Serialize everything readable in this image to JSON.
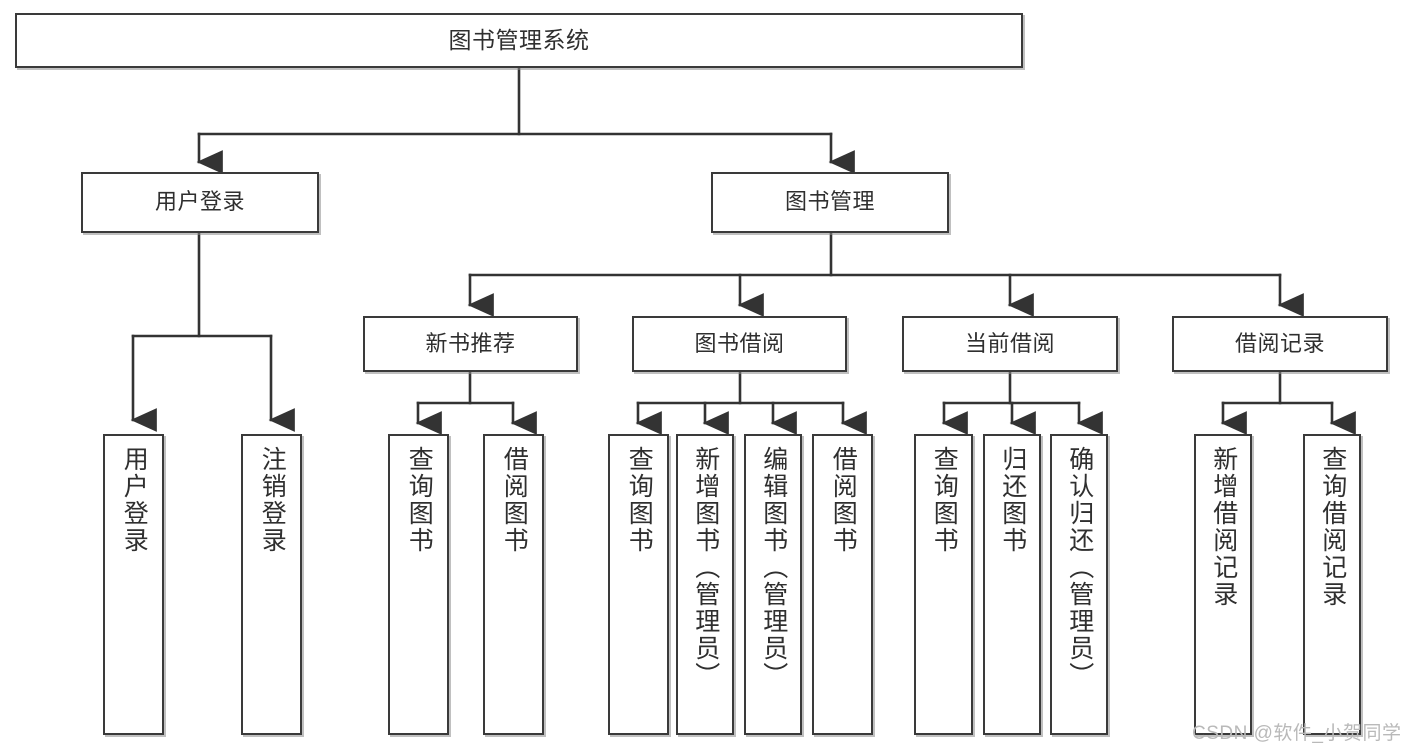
{
  "diagram": {
    "title": "图书管理系统",
    "type": "tree-hierarchy-diagram",
    "watermark": "CSDN @软件_小贺同学",
    "colors": {
      "box_border": "#3a3a3a",
      "box_fill": "#ffffff",
      "connector": "#333333",
      "text": "#2f2f2f",
      "watermark": "#b9b9b9"
    },
    "nodes": {
      "root": {
        "label": "图书管理系统",
        "level": 1
      },
      "level2": [
        {
          "id": "user-login",
          "label": "用户登录"
        },
        {
          "id": "book-manage",
          "label": "图书管理"
        }
      ],
      "level3": [
        {
          "id": "new-book-recommend",
          "label": "新书推荐"
        },
        {
          "id": "book-borrow",
          "label": "图书借阅"
        },
        {
          "id": "current-borrow",
          "label": "当前借阅"
        },
        {
          "id": "borrow-record",
          "label": "借阅记录"
        }
      ],
      "leaves": [
        {
          "id": "leaf-user-login",
          "label": "用户登录",
          "parent": "user-login"
        },
        {
          "id": "leaf-logout-login",
          "label": "注销登录",
          "parent": "user-login"
        },
        {
          "id": "leaf-query-book-1",
          "label": "查询图书",
          "parent": "new-book-recommend"
        },
        {
          "id": "leaf-borrow-book-1",
          "label": "借阅图书",
          "parent": "new-book-recommend"
        },
        {
          "id": "leaf-query-book-2",
          "label": "查询图书",
          "parent": "book-borrow"
        },
        {
          "id": "leaf-add-book",
          "label": "新增图书（管理员）",
          "parent": "book-borrow"
        },
        {
          "id": "leaf-edit-book",
          "label": "编辑图书（管理员）",
          "parent": "book-borrow"
        },
        {
          "id": "leaf-borrow-book-2",
          "label": "借阅图书",
          "parent": "book-borrow"
        },
        {
          "id": "leaf-query-book-3",
          "label": "查询图书",
          "parent": "current-borrow"
        },
        {
          "id": "leaf-return-book",
          "label": "归还图书",
          "parent": "current-borrow"
        },
        {
          "id": "leaf-confirm-return",
          "label": "确认归还（管理员）",
          "parent": "current-borrow"
        },
        {
          "id": "leaf-add-record",
          "label": "新增借阅记录",
          "parent": "borrow-record"
        },
        {
          "id": "leaf-query-record",
          "label": "查询借阅记录",
          "parent": "borrow-record"
        }
      ]
    }
  }
}
